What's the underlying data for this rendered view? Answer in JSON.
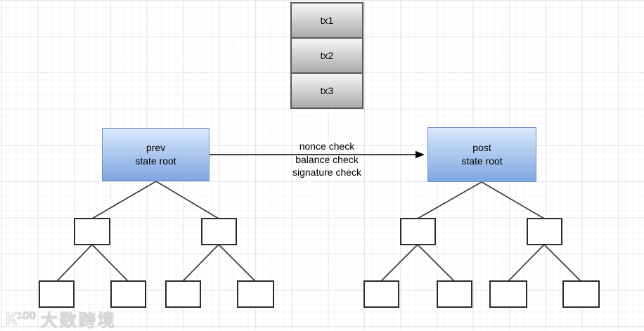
{
  "diagram": {
    "tx_stack": {
      "items": [
        {
          "label": "tx1"
        },
        {
          "label": "tx2"
        },
        {
          "label": "tx3"
        }
      ]
    },
    "prev_state_root": {
      "label": "prev\nstate root"
    },
    "post_state_root": {
      "label": "post\nstate root"
    },
    "transition_arrow": {
      "label": "nonce check\nbalance check\nsignature check"
    }
  },
  "watermark": {
    "logo": "K¹⁰⁰",
    "text": "大数跨境"
  },
  "colors": {
    "state_root_fill_top": "#dae8fc",
    "state_root_fill_bottom": "#7ea6e0",
    "state_root_border": "#6c8ebf",
    "tx_fill_top": "#f7f7f7",
    "tx_fill_bottom": "#ababab",
    "tx_border": "#595959",
    "node_border": "#2b2b2b",
    "edge_stroke": "#3b3b3b",
    "grid_major": "#e4e4e4",
    "grid_minor": "#f6f6f6"
  }
}
